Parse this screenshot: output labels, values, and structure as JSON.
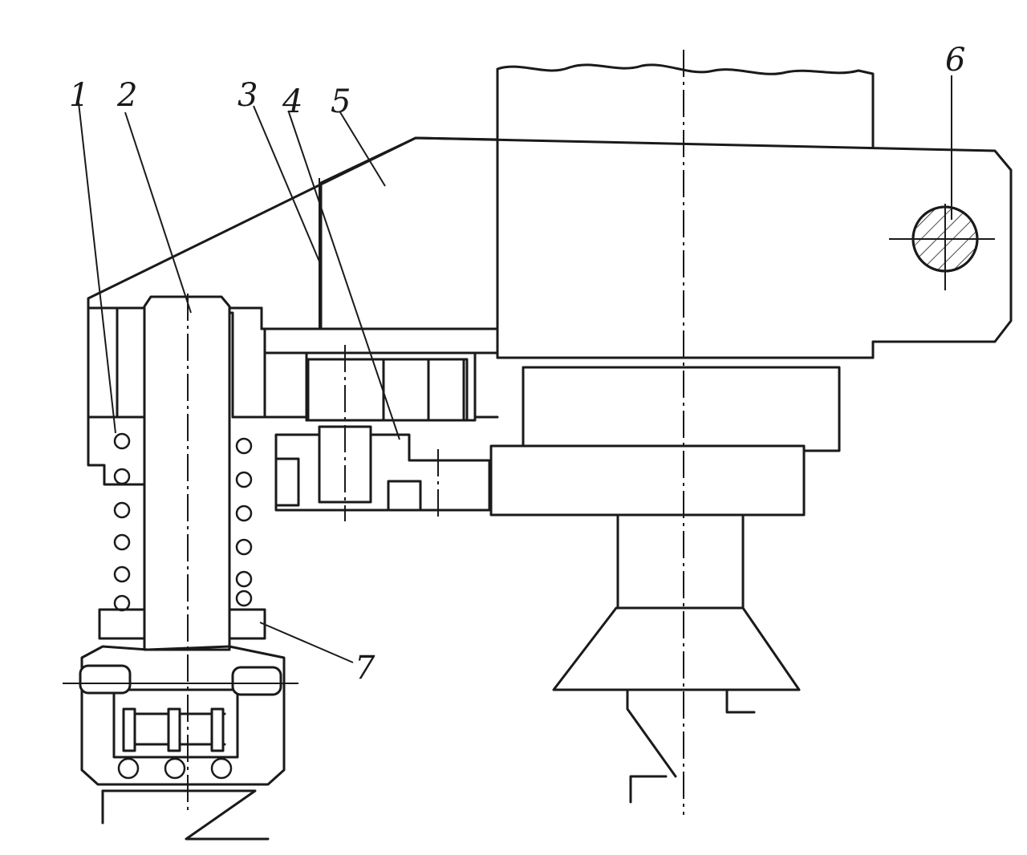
{
  "figure": {
    "labels": [
      {
        "id": "part-1",
        "text": "1"
      },
      {
        "id": "part-2",
        "text": "2"
      },
      {
        "id": "part-3",
        "text": "3"
      },
      {
        "id": "part-4",
        "text": "4"
      },
      {
        "id": "part-5",
        "text": "5"
      },
      {
        "id": "part-6",
        "text": "6"
      },
      {
        "id": "part-7",
        "text": "7"
      }
    ],
    "colors": {
      "ink": "#1a1a1a",
      "paper": "#ffffff"
    }
  }
}
